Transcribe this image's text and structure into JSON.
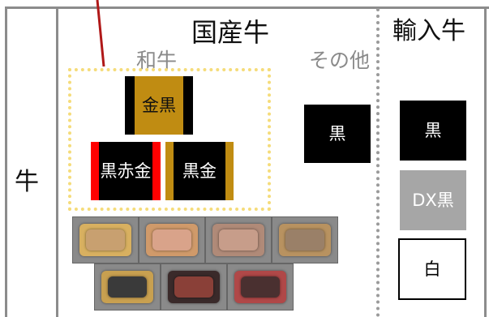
{
  "outer_label": "牛",
  "domestic": {
    "heading": "国産牛",
    "wagyu_label": "和牛",
    "other_label": "その他",
    "wagyu_boxes": [
      {
        "label": "金黒",
        "fill": "#c08c12",
        "side_color": "#000000"
      },
      {
        "label": "黒赤金",
        "fill": "#000000",
        "side_color": "#ff0000"
      },
      {
        "label": "黒金",
        "fill": "#000000",
        "side_color": "#c08c12"
      }
    ],
    "other_box": {
      "label": "黒",
      "fill": "#000000"
    }
  },
  "imported": {
    "heading": "輸入牛",
    "boxes": [
      {
        "label": "黒",
        "fill": "#000000",
        "text_color": "#ffffff"
      },
      {
        "label": "DX黒",
        "fill": "#a6a6a6",
        "text_color": "#ffffff"
      },
      {
        "label": "白",
        "fill": "#ffffff",
        "text_color": "#000000"
      }
    ]
  },
  "colors": {
    "frame": "#8c8c8c",
    "wagyu_group_border": "#f5dc7a",
    "pointer": "#b01818",
    "gold": "#c08c12",
    "red": "#ff0000"
  },
  "photos": [
    {
      "name": "tray-gold-light",
      "tray": "#d8b060",
      "meat": "#c8a070"
    },
    {
      "name": "tray-gold-pink",
      "tray": "#d09a6a",
      "meat": "#d9a38a"
    },
    {
      "name": "tray-gold-marbled",
      "tray": "#b08a78",
      "meat": "#c79d8a"
    },
    {
      "name": "tray-gold-stripe",
      "tray": "#b89260",
      "meat": "#9a8068"
    },
    {
      "name": "tray-black-gold",
      "tray": "#c8a050",
      "meat": "#3a3a3a"
    },
    {
      "name": "tray-black-red",
      "tray": "#3a2a2a",
      "meat": "#8a4038"
    },
    {
      "name": "tray-red-black",
      "tray": "#b04848",
      "meat": "#4a3030"
    }
  ]
}
